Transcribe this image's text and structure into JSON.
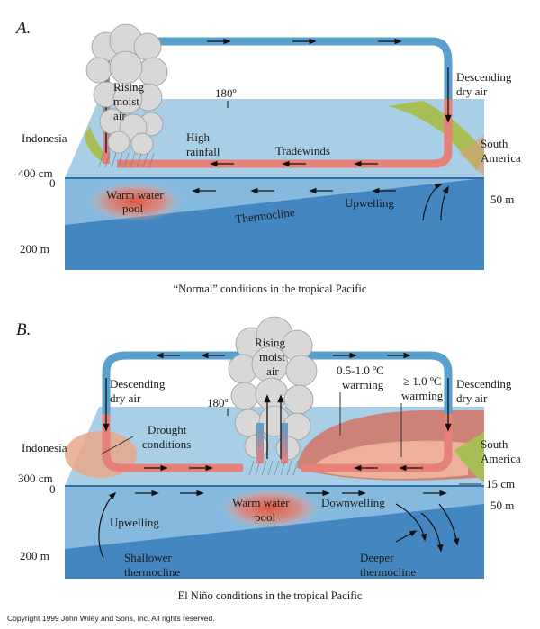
{
  "colors": {
    "ocean_top": "#a9cfe6",
    "ocean_side": "#4f93c7",
    "cool_water": "#85b9de",
    "deep_water": "#4487c0",
    "land": "#f0caa0",
    "vegetation": "#a9bd55",
    "airflow": "#e8807a",
    "upper_flow": "#5aa0ce",
    "cloud": "#d8d8d8",
    "warm_pool": "#e8503a",
    "warming_mild": "#d56e5d",
    "warming_strong": "#f2b8a0"
  },
  "panel_a": {
    "letter": "A.",
    "labels": {
      "rising": [
        "Rising",
        "moist",
        "air"
      ],
      "meridian": "180º",
      "descending": [
        "Descending",
        "dry air"
      ],
      "indonesia": "Indonesia",
      "high_rainfall": [
        "High",
        "rainfall"
      ],
      "tradewinds": "Tradewinds",
      "south_america": [
        "South",
        "America"
      ],
      "sea_level": "400 cm",
      "depth_zero": "0",
      "depth_50": "50 m",
      "depth_200": "200 m",
      "warm_pool": [
        "Warm water",
        "pool"
      ],
      "upwelling": "Upwelling",
      "thermocline": "Thermocline"
    },
    "caption": "“Normal” conditions in the tropical Pacific"
  },
  "panel_b": {
    "letter": "B.",
    "labels": {
      "rising": [
        "Rising",
        "moist",
        "air"
      ],
      "descending_west": [
        "Descending",
        "dry air"
      ],
      "descending_east": [
        "Descending",
        "dry air"
      ],
      "meridian": "180º",
      "warming_mild": [
        "0.5-1.0 ºC",
        "warming"
      ],
      "warming_strong": [
        "≥ 1.0 ºC",
        "warming"
      ],
      "indonesia": "Indonesia",
      "drought": [
        "Drought",
        "conditions"
      ],
      "south_america": [
        "South",
        "America"
      ],
      "sea_level": "300 cm",
      "depth_zero": "0",
      "depth_15cm": "15 cm",
      "depth_50": "50 m",
      "depth_200": "200 m",
      "warm_pool": [
        "Warm water",
        "pool"
      ],
      "downwelling": "Downwelling",
      "upwelling": "Upwelling",
      "shallower": [
        "Shallower",
        "thermocline"
      ],
      "deeper": [
        "Deeper",
        "thermocline"
      ]
    },
    "caption": "El Niño conditions in the tropical Pacific"
  },
  "copyright": "Copyright 1999 John Wiley and Sons, Inc. All rights reserved."
}
